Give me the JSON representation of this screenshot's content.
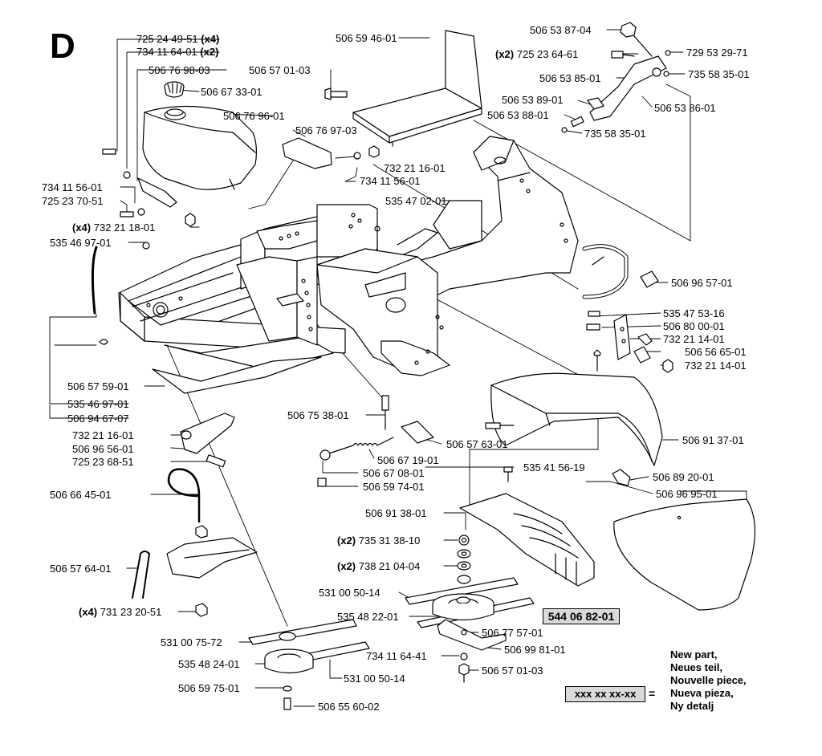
{
  "section_letter": "D",
  "highlight_part": "544 06 82-01",
  "legend": {
    "box": "xxx xx xx-xx",
    "equals": "=",
    "lines": [
      "New part,",
      "Neues teil,",
      "Nouvelle piece,",
      "Nueva pieza,",
      "Ny detalj"
    ]
  },
  "labels": [
    {
      "id": "l01",
      "text": "725 24 49-51",
      "qty": "(x4)",
      "qty_after": true
    },
    {
      "id": "l02",
      "text": "734 11 64-01",
      "qty": "(x2)",
      "qty_after": true
    },
    {
      "id": "l03",
      "text": "506 76 98-03"
    },
    {
      "id": "l04",
      "text": "506 67 33-01"
    },
    {
      "id": "l05",
      "text": "506 76 96-01"
    },
    {
      "id": "l06",
      "text": "506 57 01-03"
    },
    {
      "id": "l07",
      "text": "506 59 46-01"
    },
    {
      "id": "l08",
      "text": "506 76 97-03"
    },
    {
      "id": "l09",
      "text": "732 21 16-01"
    },
    {
      "id": "l10",
      "text": "734 11 56-01"
    },
    {
      "id": "l11",
      "text": "734 11 56-01"
    },
    {
      "id": "l12",
      "text": "725 23 70-51"
    },
    {
      "id": "l13",
      "text": "732 21 18-01",
      "qty": "(x4)"
    },
    {
      "id": "l14",
      "text": "535 46 97-01"
    },
    {
      "id": "l15",
      "text": "535 47 02-01"
    },
    {
      "id": "l16",
      "text": "506 53 87-04"
    },
    {
      "id": "l17",
      "text": "725 23 64-61",
      "qty": "(x2)"
    },
    {
      "id": "l18",
      "text": "729 53 29-71"
    },
    {
      "id": "l19",
      "text": "735 58 35-01"
    },
    {
      "id": "l20",
      "text": "506 53 85-01"
    },
    {
      "id": "l21",
      "text": "506 53 89-01"
    },
    {
      "id": "l22",
      "text": "506 53 86-01"
    },
    {
      "id": "l23",
      "text": "506 53 88-01"
    },
    {
      "id": "l24",
      "text": "735 58 35-01"
    },
    {
      "id": "l25",
      "text": "506 96 57-01"
    },
    {
      "id": "l26",
      "text": "535 47 53-16"
    },
    {
      "id": "l27",
      "text": "506 80 00-01"
    },
    {
      "id": "l28",
      "text": "732 21 14-01"
    },
    {
      "id": "l29",
      "text": "506 56 65-01"
    },
    {
      "id": "l30",
      "text": "732 21 14-01"
    },
    {
      "id": "l31",
      "text": "506 57 59-01"
    },
    {
      "id": "l32",
      "text": "535 46 97-01"
    },
    {
      "id": "l33",
      "text": "506 94 67-07"
    },
    {
      "id": "l34",
      "text": "506 75 38-01"
    },
    {
      "id": "l35",
      "text": "506 91 37-01"
    },
    {
      "id": "l36",
      "text": "732 21 16-01"
    },
    {
      "id": "l37",
      "text": "506 96 56-01"
    },
    {
      "id": "l38",
      "text": "725 23 68-51"
    },
    {
      "id": "l39",
      "text": "506 57 63-01"
    },
    {
      "id": "l40",
      "text": "506 67 19-01"
    },
    {
      "id": "l41",
      "text": "506 67 08-01"
    },
    {
      "id": "l42",
      "text": "506 59 74-01"
    },
    {
      "id": "l43",
      "text": "535 41 56-19"
    },
    {
      "id": "l44",
      "text": "506 89 20-01"
    },
    {
      "id": "l45",
      "text": "506 96 95-01"
    },
    {
      "id": "l46",
      "text": "506 66 45-01"
    },
    {
      "id": "l47",
      "text": "506 91 38-01"
    },
    {
      "id": "l48",
      "text": "735 31 38-10",
      "qty": "(x2)"
    },
    {
      "id": "l49",
      "text": "738 21 04-04",
      "qty": "(x2)"
    },
    {
      "id": "l50",
      "text": "506 57 64-01"
    },
    {
      "id": "l51",
      "text": "531 00 50-14"
    },
    {
      "id": "l52",
      "text": "535 48 22-01"
    },
    {
      "id": "l53",
      "text": "731 23 20-51",
      "qty": "(x4)"
    },
    {
      "id": "l54",
      "text": "506 77 57-01"
    },
    {
      "id": "l55",
      "text": "531 00 75-72"
    },
    {
      "id": "l56",
      "text": "506 99 81-01"
    },
    {
      "id": "l57",
      "text": "734 11 64-41"
    },
    {
      "id": "l58",
      "text": "535 48 24-01"
    },
    {
      "id": "l59",
      "text": "506 57 01-03"
    },
    {
      "id": "l60",
      "text": "531 00 50-14"
    },
    {
      "id": "l61",
      "text": "506 59 75-01"
    },
    {
      "id": "l62",
      "text": "506 55 60-02"
    }
  ]
}
